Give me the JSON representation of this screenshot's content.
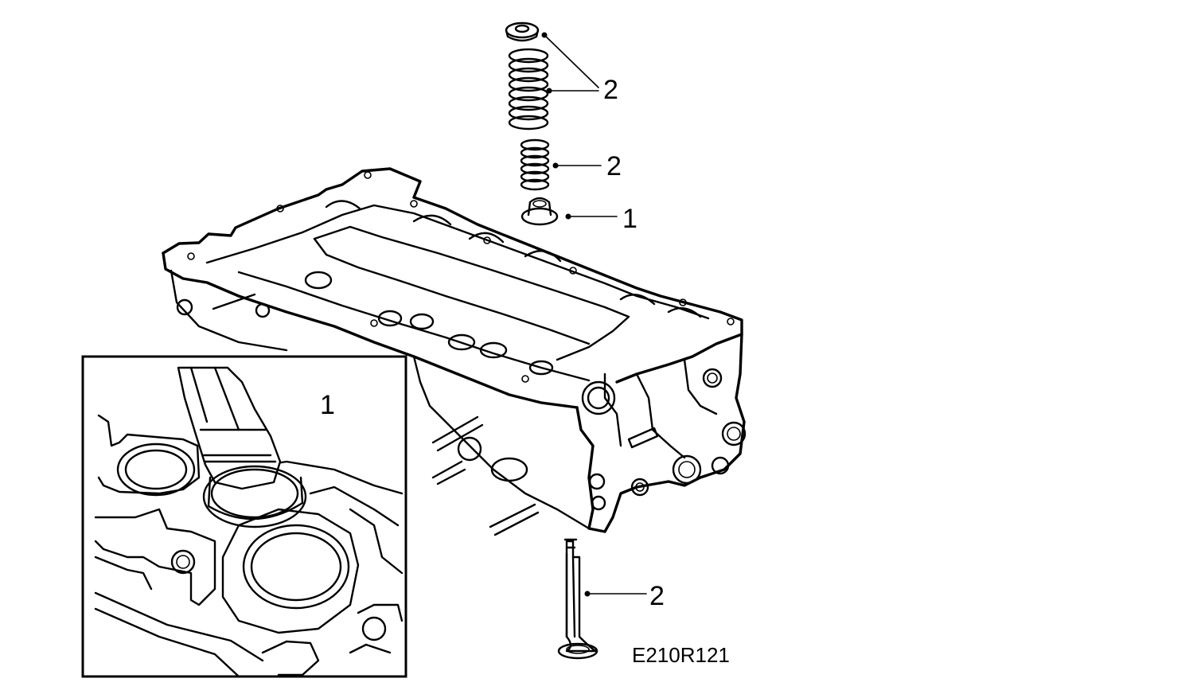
{
  "callouts": {
    "retainer": "2",
    "outer_spring": "2",
    "inner_spring": "2",
    "stem_seal": "1",
    "inset_seal": "1",
    "valve": "2"
  },
  "reference_code": "E210R121"
}
